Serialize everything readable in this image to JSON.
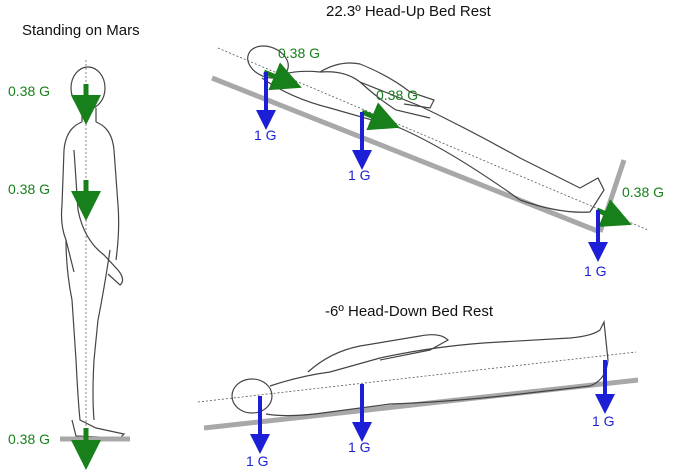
{
  "titles": {
    "standing": "Standing on Mars",
    "head_up": "22.3º Head-Up Bed Rest",
    "head_down": "-6º Head-Down Bed Rest"
  },
  "labels": {
    "mars_g": "0.38 G",
    "earth_g": "1 G"
  },
  "colors": {
    "green_arrow": "#17801a",
    "blue_arrow": "#1c1fd6",
    "bed": "#a8a8a8",
    "figure": "#444444"
  },
  "icons": [
    "standing-figure-icon",
    "reclined-figure-icon",
    "supine-figure-icon",
    "gravity-arrow-icon"
  ]
}
